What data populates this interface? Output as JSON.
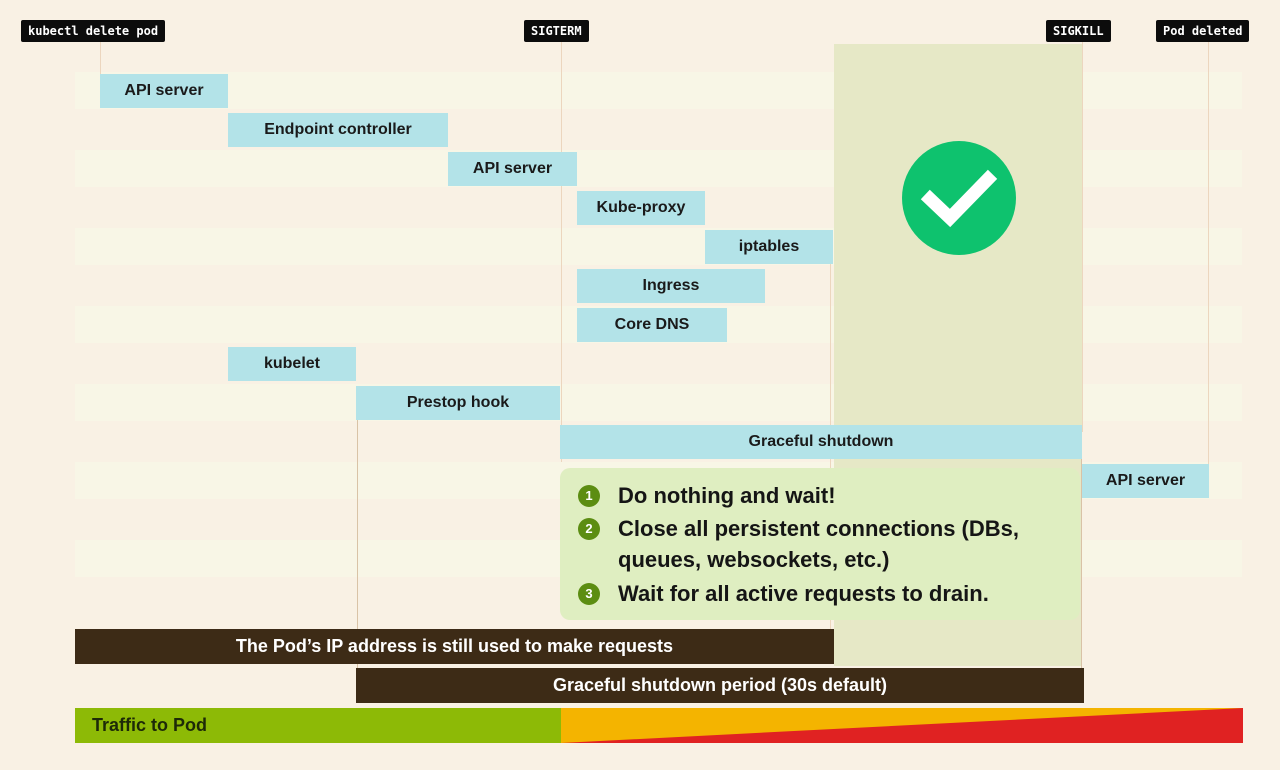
{
  "markers": {
    "delete": "kubectl delete pod",
    "sigterm": "SIGTERM",
    "sigkill": "SIGKILL",
    "deleted": "Pod deleted"
  },
  "tasks": {
    "api_server_1": "API server",
    "endpoint_controller": "Endpoint controller",
    "api_server_2": "API server",
    "kube_proxy": "Kube-proxy",
    "iptables": "iptables",
    "ingress": "Ingress",
    "core_dns": "Core DNS",
    "kubelet": "kubelet",
    "prestop_hook": "Prestop hook",
    "graceful_shutdown": "Graceful shutdown",
    "api_server_3": "API server"
  },
  "steps": [
    {
      "num": "1",
      "text": "Do nothing and wait!"
    },
    {
      "num": "2",
      "text": "Close all persistent connections (DBs, queues, websockets, etc.)"
    },
    {
      "num": "3",
      "text": "Wait for all active requests to drain."
    }
  ],
  "bars": {
    "ip_still_used": "The Pod’s IP address is still used to make requests",
    "grace_period": "Graceful shutdown period (30s default)",
    "traffic": "Traffic to Pod"
  },
  "icons": {
    "status": "check-circle-icon"
  },
  "colors": {
    "task": "#b3e3e8",
    "dark_bar": "#3d2b16",
    "check": "#0ec26e",
    "traffic_green": "#8dba06",
    "traffic_orange": "#f4b400",
    "traffic_red": "#e02222"
  }
}
